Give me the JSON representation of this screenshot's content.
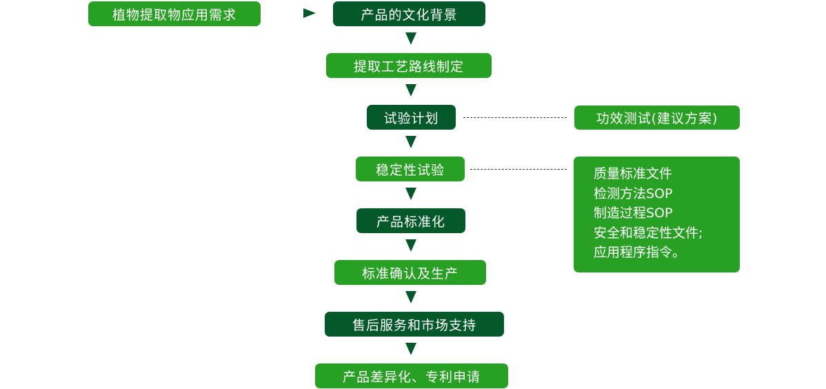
{
  "nodes": {
    "need": "植物提取物应用需求",
    "culture": "产品的文化背景",
    "route": "提取工艺路线制定",
    "plan": "试验计划",
    "stability": "稳定性试验",
    "standard": "产品标准化",
    "confirm": "标准确认及生产",
    "service": "售后服务和市场支持",
    "diff": "产品差异化、专利申请"
  },
  "side": {
    "efficacy": "功效测试(建议方案)",
    "docs": [
      "质量标准文件",
      "检测方法SOP",
      "制造过程SOP",
      "安全和稳定性文件;",
      "应用程序指令。"
    ]
  },
  "colors": {
    "light": "#28a024",
    "dark": "#04592a"
  }
}
